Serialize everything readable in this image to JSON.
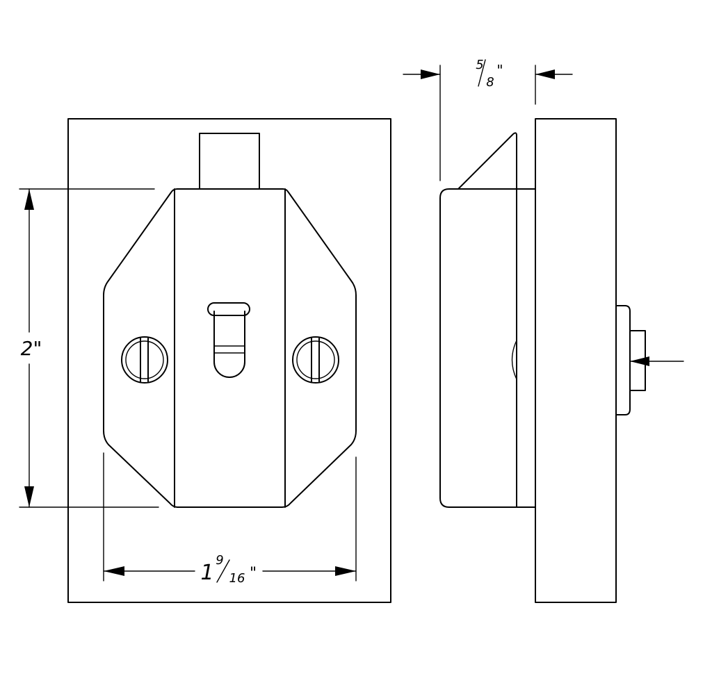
{
  "dimensions": {
    "height_label": "2\"",
    "width_whole": "1",
    "width_num": "9",
    "width_den": "16",
    "width_unit": "\"",
    "depth_num": "5",
    "depth_den": "8",
    "depth_unit": "\""
  },
  "line_color": "#000000",
  "background_color": "#ffffff"
}
